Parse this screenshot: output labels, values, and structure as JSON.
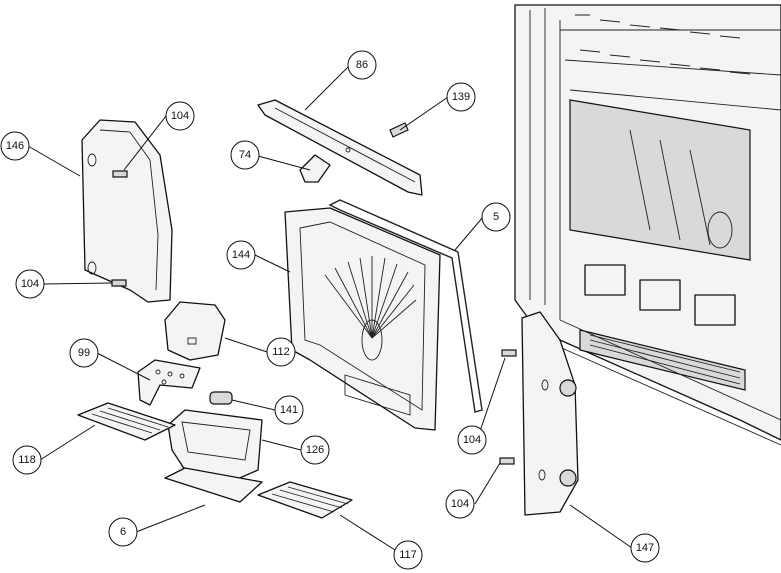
{
  "callouts": [
    {
      "id": "c146",
      "label": "146"
    },
    {
      "id": "c104a",
      "label": "104"
    },
    {
      "id": "c104b",
      "label": "104"
    },
    {
      "id": "c86",
      "label": "86"
    },
    {
      "id": "c139",
      "label": "139"
    },
    {
      "id": "c74",
      "label": "74"
    },
    {
      "id": "c5",
      "label": "5"
    },
    {
      "id": "c144",
      "label": "144"
    },
    {
      "id": "c112",
      "label": "112"
    },
    {
      "id": "c99",
      "label": "99"
    },
    {
      "id": "c141",
      "label": "141"
    },
    {
      "id": "c126",
      "label": "126"
    },
    {
      "id": "c118",
      "label": "118"
    },
    {
      "id": "c6",
      "label": "6"
    },
    {
      "id": "c117",
      "label": "117"
    },
    {
      "id": "c104c",
      "label": "104"
    },
    {
      "id": "c104d",
      "label": "104"
    },
    {
      "id": "c147",
      "label": "147"
    }
  ]
}
